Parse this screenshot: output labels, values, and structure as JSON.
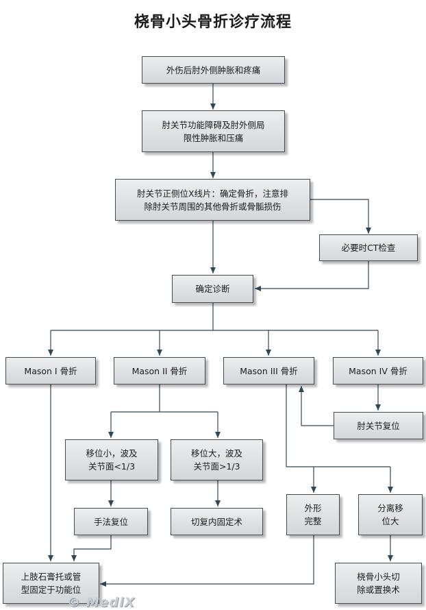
{
  "title": "桡骨小头骨折诊疗流程",
  "boxes": {
    "symptom": "外伤后肘外侧肿胀和疼痛",
    "dysfunction": "肘关节功能障碍及肘外侧局\n限性肿胀和压痛",
    "xray": "肘关节正侧位X线片：确定骨折，注意排\n除肘关节周围的其他骨折或骨骺损伤",
    "ct": "必要时CT检查",
    "diagnosis": "确定诊断",
    "mason1": "Mason I 骨折",
    "mason2": "Mason  II 骨折",
    "mason3": "Mason  III 骨折",
    "mason4": "Mason  IV 骨折",
    "elbow_reduction": "肘关节复位",
    "small_disp": "移位小，波及\n关节面<1/3",
    "large_disp": "移位大，波及\n关节面>1/3",
    "manual_reduction": "手法复位",
    "orif": "切复内固定术",
    "intact": "外形\n完整",
    "separated": "分离移\n位大",
    "cast": "上肢石膏托或管\n型固定于功能位",
    "resection": "桡骨小头切\n除或置换术"
  },
  "watermark": "© MediX"
}
